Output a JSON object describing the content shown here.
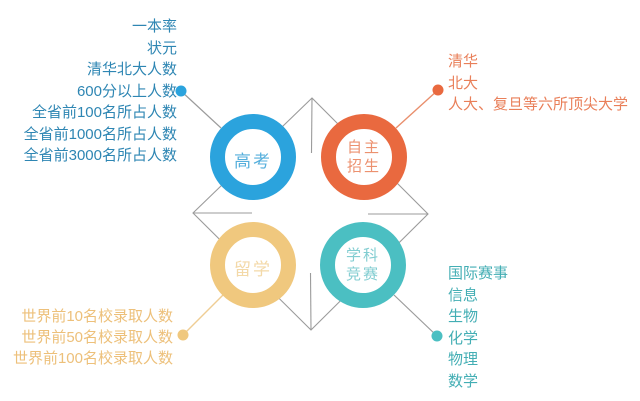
{
  "colors": {
    "blue": "#2BA3DD",
    "blue_text": "#2E86B3",
    "blue_label": "#56AFDC",
    "orange": "#E9693F",
    "orange_text": "#E97F59",
    "orange_label": "#EC916F",
    "orange_line": "#E98F6D",
    "yellow": "#F0C87E",
    "yellow_text": "#EDC07A",
    "yellow_label": "#F3D9A8",
    "yellow_line": "#EFCD94",
    "teal": "#4BBFC2",
    "teal_text": "#43AEB4",
    "teal_label": "#82CDD1",
    "gray_line": "#9B9B9B"
  },
  "branches": {
    "gaokao": {
      "label": "高考",
      "items": [
        "一本率",
        "状元",
        "清华北大人数",
        "600分以上人数",
        "全省前100名所占人数",
        "全省前1000名所占人数",
        "全省前3000名所占人数"
      ]
    },
    "zizhu": {
      "label": "自主招生",
      "label_line1": "自主",
      "label_line2": "招生",
      "items": [
        "清华",
        "北大",
        "人大、复旦等六所顶尖大学"
      ]
    },
    "liuxue": {
      "label": "留学",
      "items": [
        "世界前10名校录取人数",
        "世界前50名校录取人数",
        "世界前100名校录取人数"
      ]
    },
    "xueke": {
      "label": "学科竞赛",
      "label_line1": "学科",
      "label_line2": "竞赛",
      "items": [
        "国际赛事",
        "信息",
        "生物",
        "化学",
        "物理",
        "数学"
      ]
    }
  }
}
